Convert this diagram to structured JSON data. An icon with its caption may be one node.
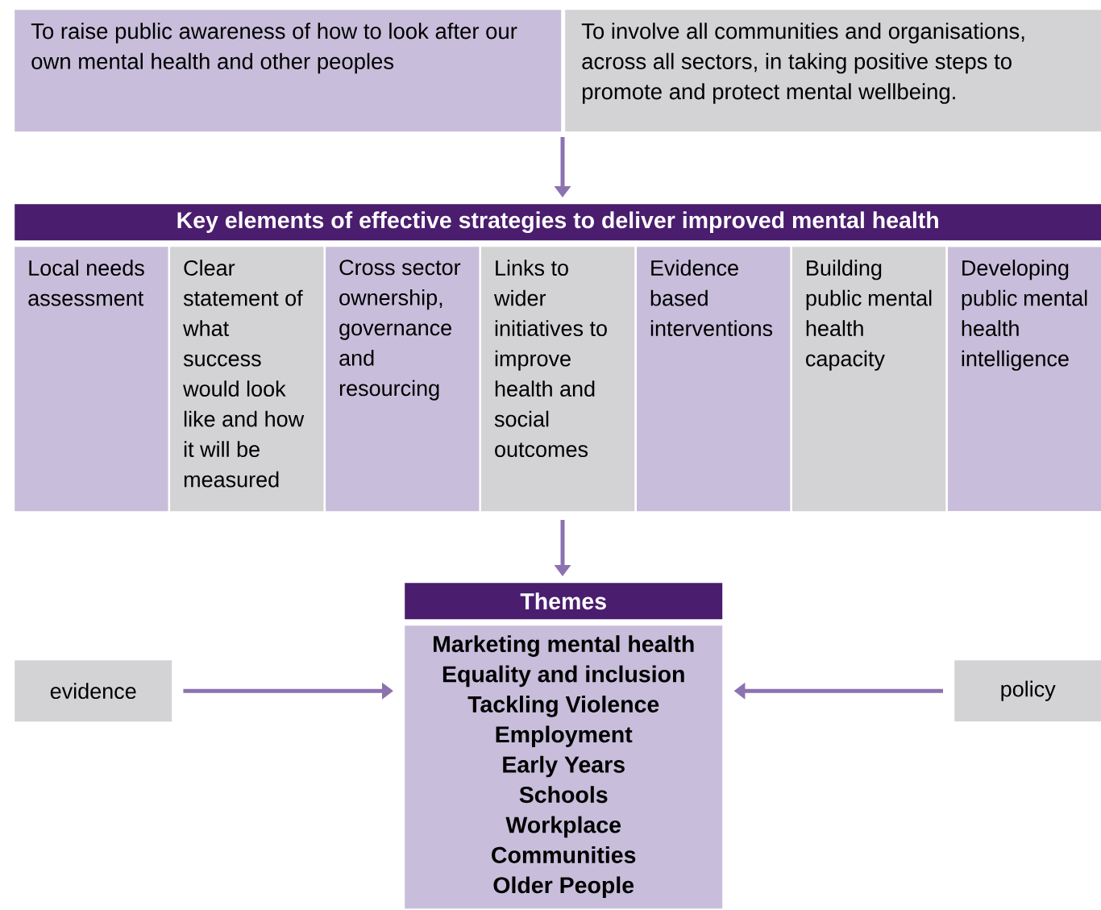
{
  "diagram": {
    "nodes": [
      {
        "text": [
          "To raise public awareness of how to look after our own mental health and other peoples"
        ]
      },
      {
        "text": [
          "To involve all communities and organisations, across all sectors, in taking positive steps to promote and protect mental wellbeing."
        ]
      },
      {
        "text": [
          "Key elements of effective strategies to deliver improved mental health"
        ]
      },
      {
        "text": [
          "Local needs assessment"
        ]
      },
      {
        "text": [
          "Clear statement of what success would look like and how it will be measured"
        ]
      },
      {
        "text": [
          "Cross sector ownership, governance and resourcing"
        ]
      },
      {
        "text": [
          "Links to wider initiatives to improve health and social outcomes"
        ]
      },
      {
        "text": [
          "Evidence based interventions"
        ]
      },
      {
        "text": [
          "Building public mental health capacity"
        ]
      },
      {
        "text": [
          "Developing public mental health intelligence"
        ]
      },
      {
        "text": [
          "Themes"
        ]
      },
      {
        "text": [
          "Marketing mental health",
          "Equality and inclusion",
          "Tackling Violence",
          "Employment",
          "Early Years",
          "Schools",
          "Workplace",
          "Communities",
          "Older People"
        ]
      },
      {
        "text": [
          "evidence"
        ]
      },
      {
        "text": [
          "policy"
        ]
      }
    ],
    "edges": [
      {
        "from": 0,
        "to": 2,
        "arrow": "to"
      },
      {
        "from": 1,
        "to": 2,
        "arrow": "to"
      },
      {
        "from": 6,
        "to": 10,
        "arrow": "to"
      },
      {
        "from": 12,
        "to": 11,
        "arrow": "to"
      },
      {
        "from": 13,
        "to": 11,
        "arrow": "to"
      }
    ]
  }
}
